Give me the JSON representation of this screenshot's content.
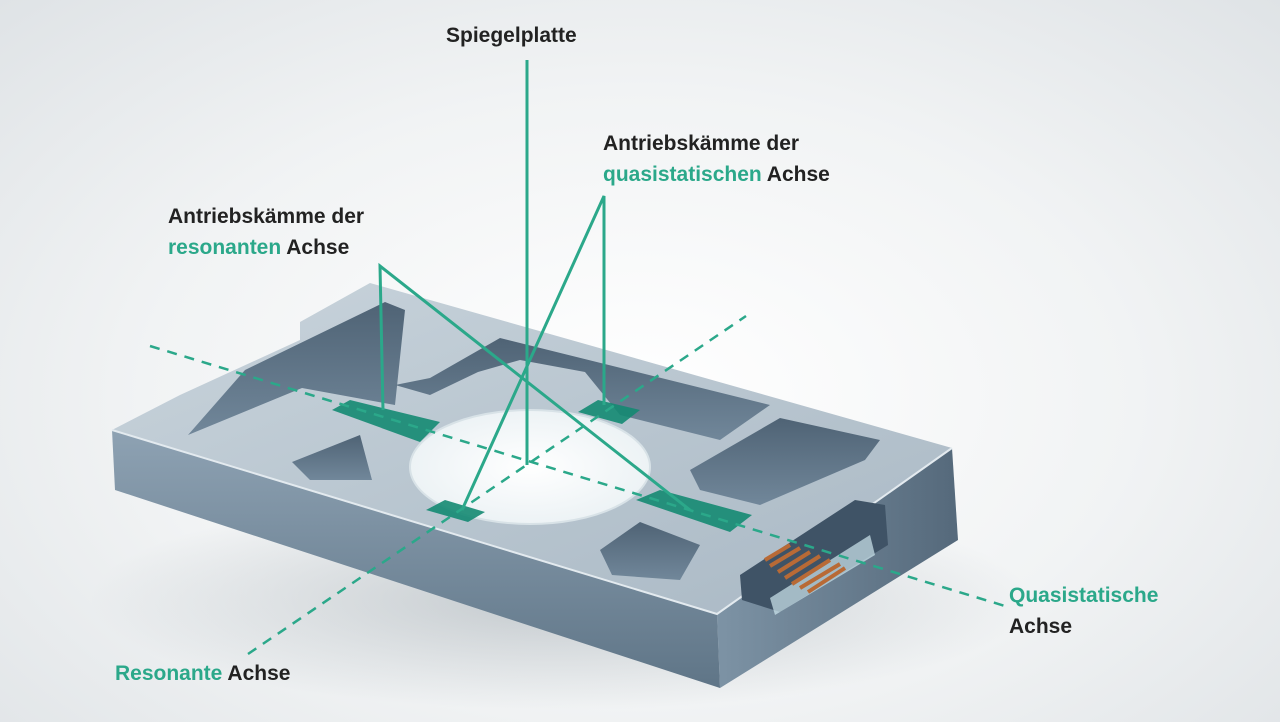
{
  "colors": {
    "accent": "#2ba88a",
    "text": "#222222",
    "chip_top": "#b7c5d0",
    "chip_side": "#6f8597",
    "comb": "#148a72",
    "contacts": "#b86a36"
  },
  "labels": {
    "mirror_plate": "Spiegelplatte",
    "combs_quasistatic_line1": "Antriebskämme der",
    "combs_quasistatic_accent": "quasistatischen",
    "combs_quasistatic_rest": " Achse",
    "combs_resonant_line1": "Antriebskämme der",
    "combs_resonant_accent": "resonanten",
    "combs_resonant_rest": " Achse",
    "quasistatic_axis_accent": "Quasistatische",
    "quasistatic_axis_rest": "Achse",
    "resonant_axis_accent": "Resonante",
    "resonant_axis_rest": " Achse"
  }
}
